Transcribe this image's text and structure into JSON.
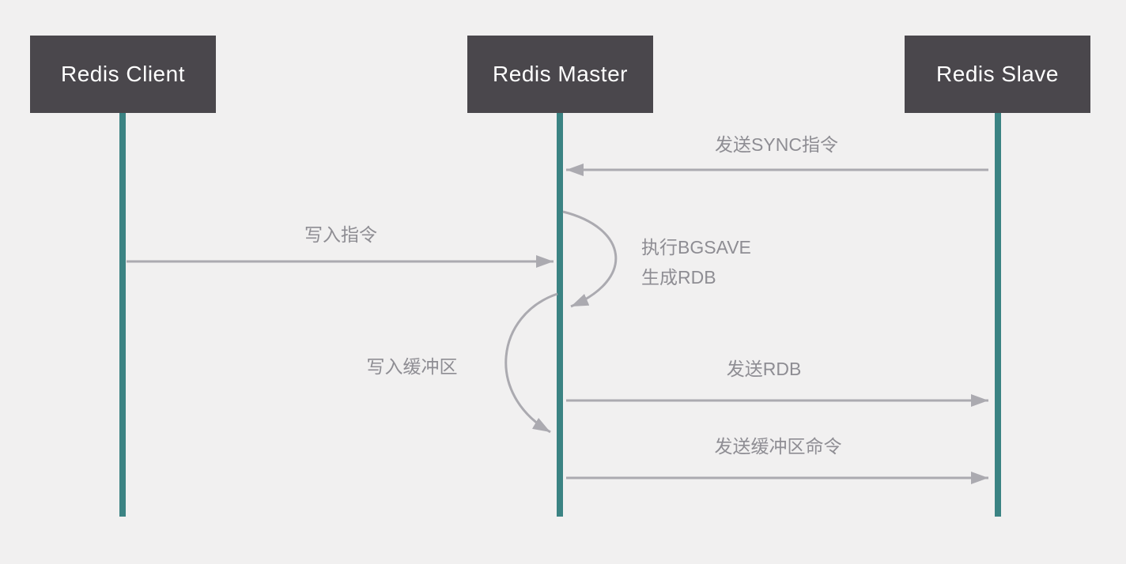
{
  "diagram": {
    "type": "sequence-diagram",
    "colors": {
      "background": "#f1f0f0",
      "actor_box": "#4a474c",
      "actor_text": "#ffffff",
      "lifeline": "#3b8383",
      "arrow": "#abaab0",
      "label": "#8e8d93"
    },
    "actors": [
      {
        "id": "client",
        "label": "Redis Client"
      },
      {
        "id": "master",
        "label": "Redis Master"
      },
      {
        "id": "slave",
        "label": "Redis Slave"
      }
    ],
    "messages": [
      {
        "label": "发送SYNC指令",
        "from": "slave",
        "to": "master",
        "style": "straight-left"
      },
      {
        "label": "写入指令",
        "from": "client",
        "to": "master",
        "style": "straight-right"
      },
      {
        "label_line1": "执行BGSAVE",
        "label_line2": "生成RDB",
        "from": "master",
        "to": "master",
        "style": "self-loop-right"
      },
      {
        "label": "写入缓冲区",
        "from": "master",
        "to": "master",
        "style": "self-loop-left"
      },
      {
        "label": "发送RDB",
        "from": "master",
        "to": "slave",
        "style": "straight-right"
      },
      {
        "label": "发送缓冲区命令",
        "from": "master",
        "to": "slave",
        "style": "straight-right"
      }
    ]
  }
}
